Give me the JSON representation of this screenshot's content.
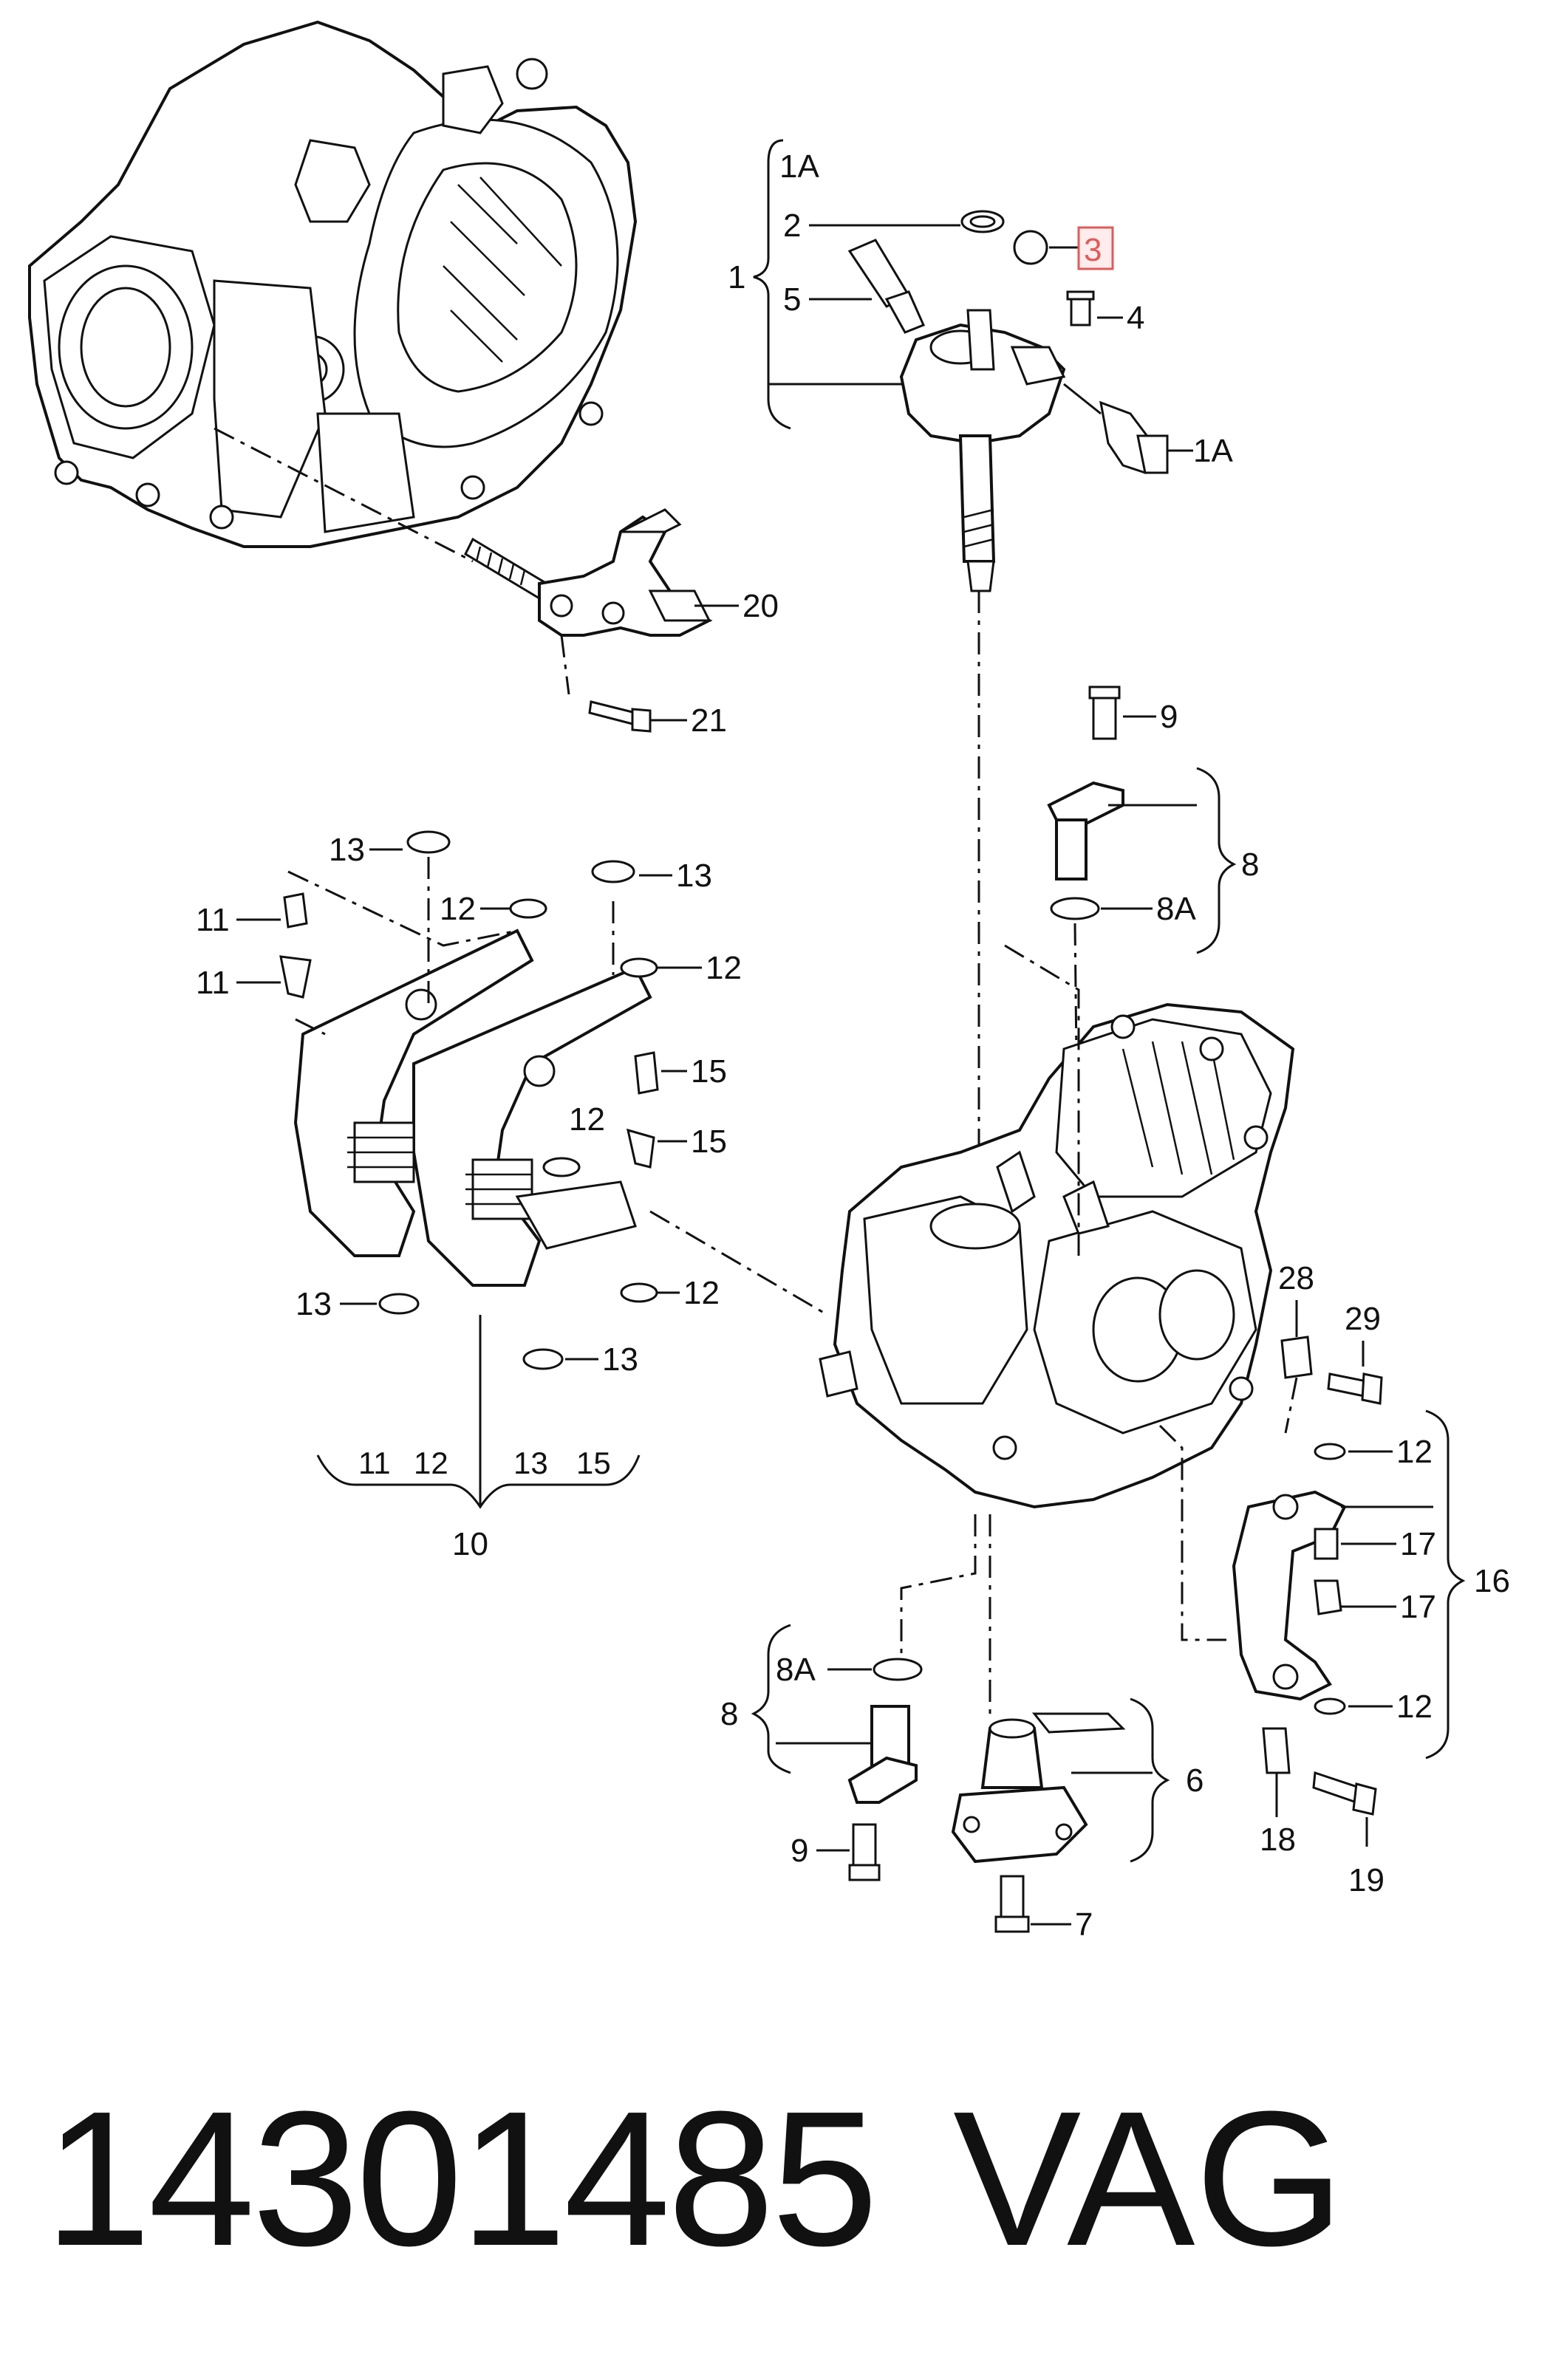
{
  "diagram": {
    "labels": {
      "l1": "1",
      "l1A_top": "1A",
      "l2": "2",
      "l3": "3",
      "l4": "4",
      "l5": "5",
      "l1A_side": "1A",
      "l20": "20",
      "l21": "21",
      "l9_top": "9",
      "l8_top": "8",
      "l8A_top": "8A",
      "l13_a": "13",
      "l13_b": "13",
      "l12_a": "12",
      "l12_b": "12",
      "l11_a": "11",
      "l11_b": "11",
      "l15_a": "15",
      "l15_b": "15",
      "l12_c": "12",
      "l12_d": "12",
      "l13_c": "13",
      "l13_d": "13",
      "g10_11": "11",
      "g10_12": "12",
      "g10_13": "13",
      "g10_15": "15",
      "l10": "10",
      "l28": "28",
      "l29": "29",
      "l12_e": "12",
      "l17_a": "17",
      "l16": "16",
      "l17_b": "17",
      "l12_f": "12",
      "l18": "18",
      "l19": "19",
      "l8A_bot": "8A",
      "l8_bot": "8",
      "l9_bot": "9",
      "l6": "6",
      "l7": "7"
    },
    "highlighted_label": "3",
    "highlight_color": "#e05a5a"
  },
  "footer": {
    "part_number": "14301485",
    "brand": "VAG"
  }
}
